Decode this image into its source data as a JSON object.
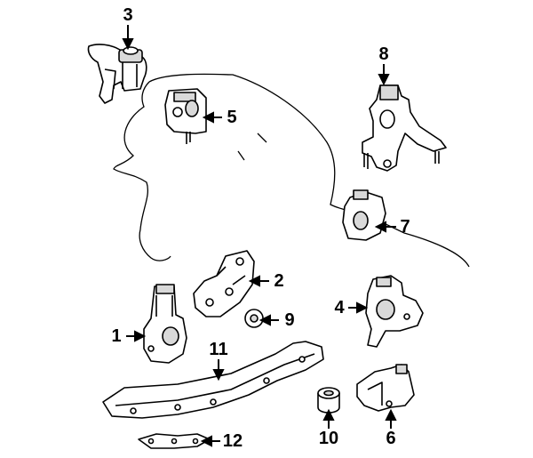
{
  "diagram": {
    "callouts": [
      {
        "id": "1",
        "label": "1"
      },
      {
        "id": "2",
        "label": "2"
      },
      {
        "id": "3",
        "label": "3"
      },
      {
        "id": "4",
        "label": "4"
      },
      {
        "id": "5",
        "label": "5"
      },
      {
        "id": "6",
        "label": "6"
      },
      {
        "id": "7",
        "label": "7"
      },
      {
        "id": "8",
        "label": "8"
      },
      {
        "id": "9",
        "label": "9"
      },
      {
        "id": "10",
        "label": "10"
      },
      {
        "id": "11",
        "label": "11"
      },
      {
        "id": "12",
        "label": "12"
      }
    ],
    "colors": {
      "line": "#000000",
      "part_fill": "#ffffff",
      "shade": "#d9d9d9",
      "background": "#ffffff"
    }
  }
}
